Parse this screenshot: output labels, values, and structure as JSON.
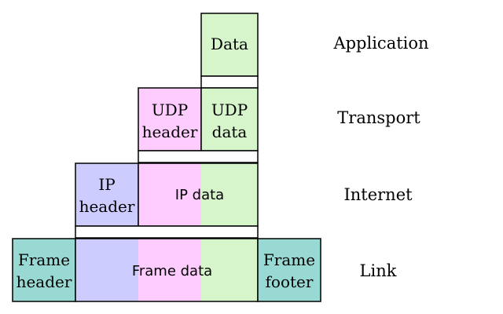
{
  "colors": {
    "application": "#d6f5cb",
    "transport": "#ffccff",
    "internet": "#ccccff",
    "link": "#99d9d3",
    "stroke": "#000000"
  },
  "application": {
    "data_label": "Data",
    "layer_label": "Application"
  },
  "transport": {
    "udp_header_line1": "UDP",
    "udp_header_line2": "header",
    "udp_data_line1": "UDP",
    "udp_data_line2": "data",
    "layer_label": "Transport"
  },
  "internet": {
    "ip_header_line1": "IP",
    "ip_header_line2": "header",
    "ip_data_label": "IP data",
    "layer_label": "Internet"
  },
  "link": {
    "frame_header_line1": "Frame",
    "frame_header_line2": "header",
    "frame_data_label": "Frame data",
    "frame_footer_line1": "Frame",
    "frame_footer_line2": "footer",
    "layer_label": "Link"
  }
}
